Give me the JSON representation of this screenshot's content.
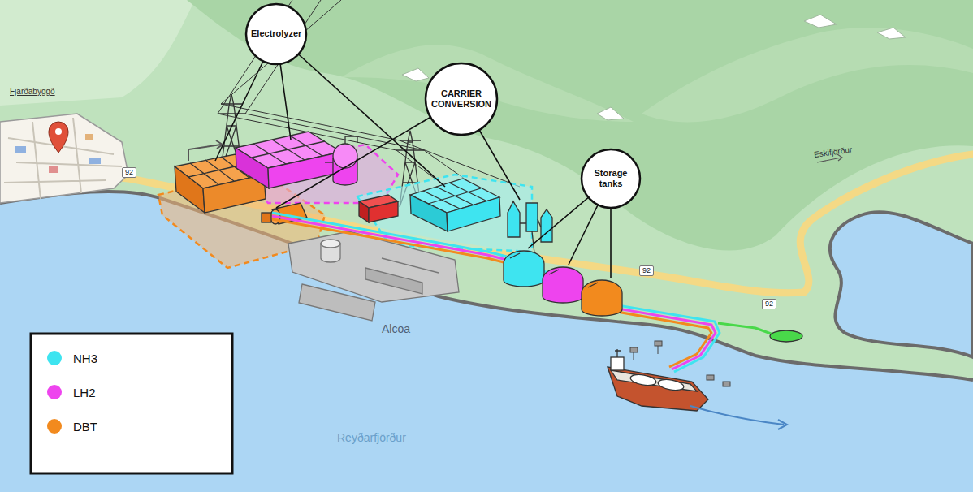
{
  "diagram": {
    "nodes": [
      {
        "text": [
          "Electrolyzer"
        ]
      },
      {
        "text": [
          "CARRIER CONVERSION"
        ]
      },
      {
        "text": [
          "92"
        ]
      },
      {
        "text": [
          "Storage tanks"
        ]
      },
      {
        "text": [
          "92"
        ]
      },
      {
        "text": [
          "92"
        ]
      }
    ],
    "labels": [
      "Fjarðabyggð",
      "Eskifjörður",
      "Alcoa",
      "Reyðarfjörður"
    ],
    "legend": [
      {
        "text": "NH3",
        "color": "#3ee4f0"
      },
      {
        "text": "LH2",
        "color": "#ee44ee"
      },
      {
        "text": "DBT",
        "color": "#f28a1e"
      }
    ]
  }
}
